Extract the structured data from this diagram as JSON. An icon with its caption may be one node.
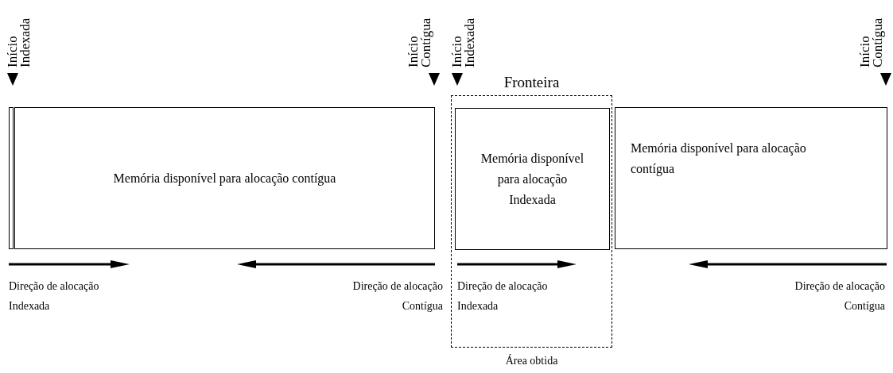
{
  "diagram": {
    "nodes": [
      {
        "text": [],
        "shape": "box"
      },
      {
        "text": [
          "Memória disponível para alocação contígua"
        ]
      },
      {
        "text": [
          "Fronteira"
        ],
        "beside": [
          "Área obtida"
        ]
      },
      {
        "text": [
          "Memória disponível para alocação Indexada"
        ],
        "in": 2
      },
      {
        "text": [
          "Memória disponível para alocação contígua"
        ]
      }
    ],
    "labels": [
      "Início Indexada",
      "Início Contígua",
      "Início Indexada",
      "Início Contígua",
      "Direção de alocação Indexada",
      "Direção de alocação Contígua",
      "Direção de alocação Indexada",
      "Direção de alocação Contígua"
    ]
  }
}
